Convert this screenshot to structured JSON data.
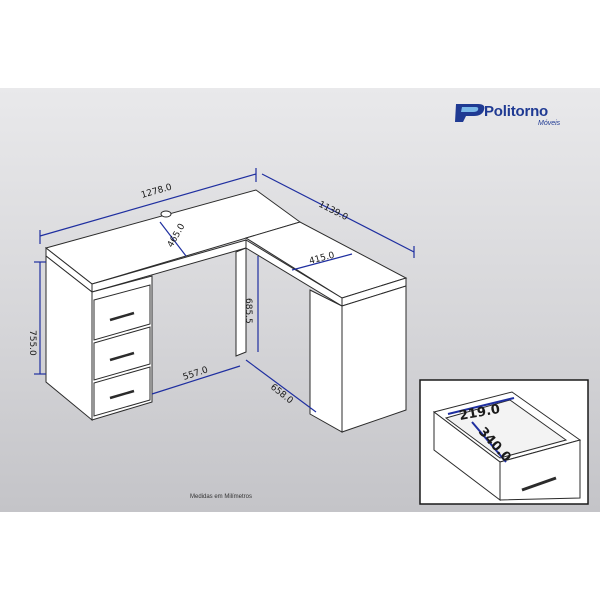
{
  "brand": {
    "name": "Politorno",
    "sub": "Móveis",
    "accent": "#1f3a93"
  },
  "note": "Medidas em Milímetros",
  "dimensions": {
    "width": "1278.0",
    "depth_right": "1139.0",
    "top_depth": "465.0",
    "return_width": "415.0",
    "height": "755.0",
    "knee_height": "685.5",
    "knee_width": "557.0",
    "return_depth": "658.0"
  },
  "drawer_detail": {
    "width": "219.0",
    "depth": "340.0"
  },
  "colors": {
    "dimension_line": "#1f2fa0",
    "outline": "#2b2b2b"
  }
}
